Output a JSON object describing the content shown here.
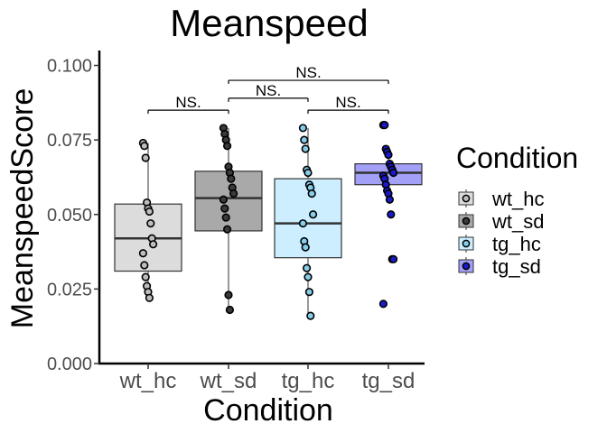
{
  "chart_data": {
    "type": "boxplot",
    "title": "Meanspeed",
    "xlabel": "Condition",
    "ylabel": "MeanspeedScore",
    "ylim": [
      0,
      0.105
    ],
    "yticks": [
      "0.000",
      "0.025",
      "0.050",
      "0.075",
      "0.100"
    ],
    "ytick_values": [
      0,
      0.025,
      0.05,
      0.075,
      0.1
    ],
    "categories": [
      "wt_hc",
      "wt_sd",
      "tg_hc",
      "tg_sd"
    ],
    "colors": {
      "wt_hc": "#dcdcdc",
      "wt_sd": "#a9a9a9",
      "tg_hc": "#cceeff",
      "tg_sd": "#a3a0f7"
    },
    "point_colors": {
      "wt_hc": "#bdbdbd",
      "wt_sd": "#3a3a3a",
      "tg_hc": "#87ceeb",
      "tg_sd": "#1a1acc"
    },
    "boxes": [
      {
        "name": "wt_hc",
        "whisker_low": 0.022,
        "q1": 0.031,
        "median": 0.042,
        "q3": 0.0535,
        "whisker_high": 0.074
      },
      {
        "name": "wt_sd",
        "whisker_low": 0.018,
        "q1": 0.0445,
        "median": 0.0555,
        "q3": 0.0645,
        "whisker_high": 0.079
      },
      {
        "name": "tg_hc",
        "whisker_low": 0.016,
        "q1": 0.0355,
        "median": 0.047,
        "q3": 0.062,
        "whisker_high": 0.079
      },
      {
        "name": "tg_sd",
        "whisker_low": 0.059,
        "q1": 0.06,
        "median": 0.064,
        "q3": 0.067,
        "whisker_high": 0.072
      }
    ],
    "points": {
      "wt_hc": [
        0.074,
        0.073,
        0.069,
        0.054,
        0.052,
        0.051,
        0.047,
        0.042,
        0.04,
        0.037,
        0.033,
        0.029,
        0.026,
        0.024,
        0.022
      ],
      "wt_sd": [
        0.079,
        0.077,
        0.075,
        0.073,
        0.066,
        0.064,
        0.062,
        0.059,
        0.057,
        0.055,
        0.052,
        0.049,
        0.045,
        0.023,
        0.018
      ],
      "tg_hc": [
        0.079,
        0.075,
        0.072,
        0.065,
        0.064,
        0.06,
        0.059,
        0.057,
        0.05,
        0.047,
        0.041,
        0.039,
        0.032,
        0.029,
        0.024,
        0.016
      ],
      "tg_sd": [
        0.08,
        0.08,
        0.072,
        0.071,
        0.07,
        0.067,
        0.066,
        0.065,
        0.064,
        0.063,
        0.062,
        0.06,
        0.058,
        0.057,
        0.055,
        0.05,
        0.035,
        0.035,
        0.02
      ]
    },
    "significance": [
      {
        "from": "wt_hc",
        "to": "wt_sd",
        "label": "NS.",
        "y": 0.085
      },
      {
        "from": "tg_hc",
        "to": "tg_sd",
        "label": "NS.",
        "y": 0.085
      },
      {
        "from": "wt_sd",
        "to": "tg_hc",
        "label": "NS.",
        "y": 0.089
      },
      {
        "from": "wt_sd",
        "to": "tg_sd",
        "label": "NS.",
        "y": 0.095
      }
    ],
    "legend": {
      "title": "Condition",
      "entries": [
        "wt_hc",
        "wt_sd",
        "tg_hc",
        "tg_sd"
      ],
      "placement": "right"
    },
    "grid": false
  }
}
